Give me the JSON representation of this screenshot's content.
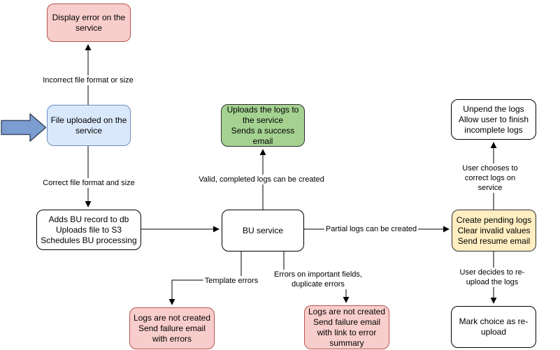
{
  "nodes": {
    "display_error": "Display error on the\nservice",
    "file_uploaded": "File uploaded on the\nservice",
    "adds_bu_record": "Adds BU record to db\nUploads file to S3\nSchedules BU processing",
    "bu_service": "BU service",
    "uploads_logs_success": "Uploads the logs to\nthe service\nSends a success\nemail",
    "create_pending_logs": "Create pending logs\nClear invalid values\nSend resume email",
    "unpend_logs": "Unpend the logs\nAllow user to finish\nincomplete logs",
    "mark_choice_reupload": "Mark choice as re-\nupload",
    "logs_not_created_errors": "Logs are not created\nSend failure email\nwith errors",
    "logs_not_created_summary": "Logs are not created\nSend failure email\nwith link to error\nsummary"
  },
  "edge_labels": {
    "incorrect_file": "Incorrect file format or size",
    "correct_file": "Correct file format and size",
    "valid_completed": "Valid, completed logs can be created",
    "partial_logs": "Partial logs can be created",
    "template_errors": "Template errors",
    "errors_important_fields": "Errors on important fields,\nduplicate errors",
    "user_chooses_correct": "User chooses to correct logs on service",
    "user_decides_reupload": "User decides to re-upload the logs"
  },
  "colors": {
    "pink_fill": "#f8cecc",
    "pink_border": "#b85450",
    "blue_fill": "#dae8fc",
    "blue_border": "#6c8ebf",
    "green_fill": "#a5d291",
    "green_border": "#2f2f2f",
    "yellow_fill": "#ffeec2",
    "yellow_border": "#2f2f2f",
    "white_fill": "#ffffff",
    "node_border": "#000000",
    "line": "#000000",
    "entry_arrow_fill": "#7b9dd2",
    "entry_arrow_border": "#3f4e66"
  }
}
